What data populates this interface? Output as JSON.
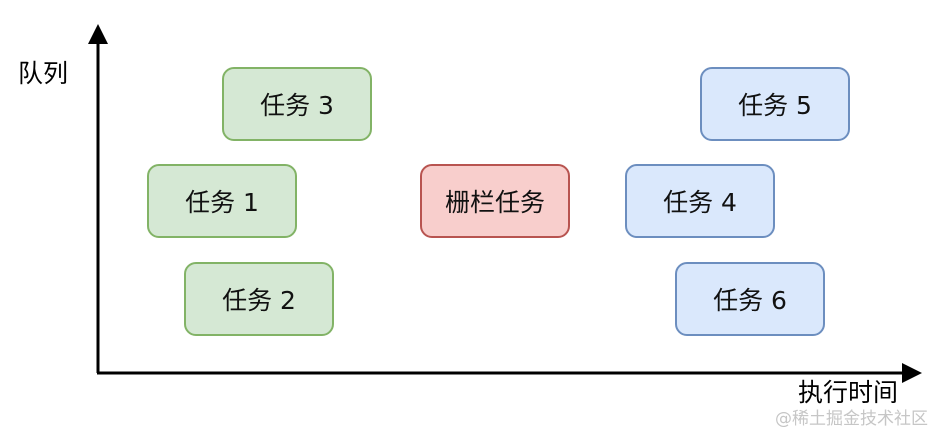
{
  "axes": {
    "y_label": "队列",
    "x_label": "执行时间"
  },
  "colors": {
    "group_before_fill": "#d5e8d4",
    "group_before_border": "#82b366",
    "barrier_fill": "#f8cecc",
    "barrier_border": "#b85450",
    "group_after_fill": "#dae8fc",
    "group_after_border": "#6c8ebf"
  },
  "tasks": {
    "task1": "任务 1",
    "task2": "任务 2",
    "task3": "任务 3",
    "barrier": "栅栏任务",
    "task4": "任务 4",
    "task5": "任务 5",
    "task6": "任务 6"
  },
  "watermark": "@稀土掘金技术社区"
}
